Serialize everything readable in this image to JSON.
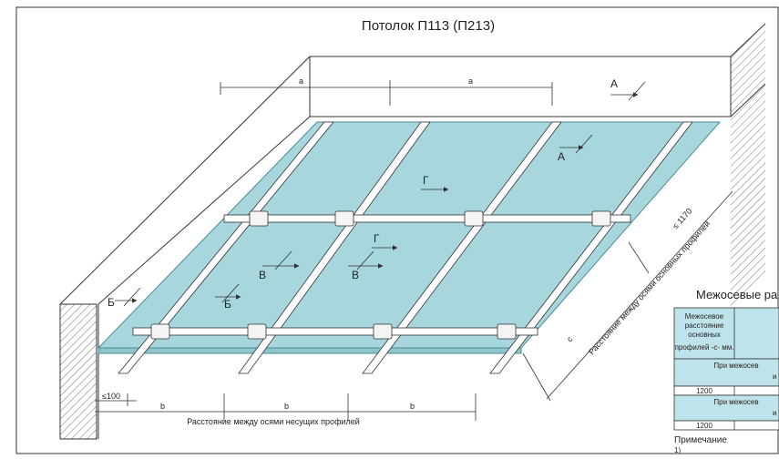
{
  "title": "Потолок П113 (П213)",
  "dims": {
    "a": "a",
    "b": "b",
    "c": "c",
    "max_1170": "≤ 1170",
    "max_100": "≤100",
    "bottom_axis_label": "Расстояние между осями несущих профилей",
    "diag_axis_label": "Расстояние между осями основных профилей"
  },
  "sections": {
    "A": "А",
    "B": "Б",
    "V": "В",
    "G": "Г"
  },
  "table": {
    "title": "Межосевые ра",
    "header_cell": [
      "Межосевое",
      "расстояние",
      "основных",
      "профилей -с- мм."
    ],
    "row1_text": [
      "При межосев",
      "и"
    ],
    "row1_value": "1200",
    "row2_text": [
      "При межосев",
      "и"
    ],
    "row2_value": "1200",
    "note_label": "Примечание",
    "note_index": "1)"
  },
  "colors": {
    "board": "#a7d6dc",
    "board_stroke": "#4c8c96",
    "profile": "#ffffff",
    "line": "#333333"
  }
}
